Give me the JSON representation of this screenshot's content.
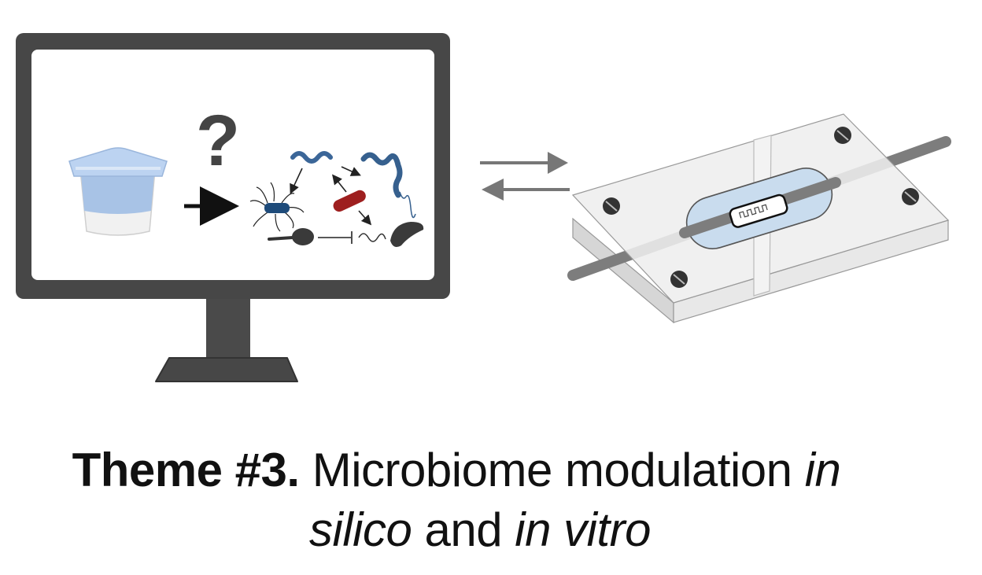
{
  "caption": {
    "bold": "Theme #3.",
    "text1": " Microbiome modulation ",
    "italic1": "in",
    "italic2": "silico",
    "text2": " and ",
    "italic3": "in vitro"
  },
  "question_mark": "?",
  "colors": {
    "monitor_frame": "#444444",
    "monitor_stand": "#444444",
    "yogurt_cup": "#a9c4e6",
    "yogurt_lid": "#bcd3f0",
    "bacteria_blue": "#2f5d93",
    "bacteria_red": "#a02020",
    "bacteria_dark": "#3a3a3a",
    "chip_plate": "#e6e6e6",
    "chip_channel": "#c9dcee",
    "tube": "#7f7f7f",
    "arrow_gray": "#777777"
  }
}
